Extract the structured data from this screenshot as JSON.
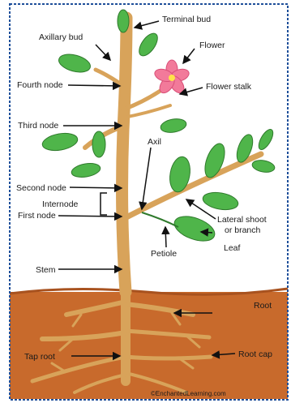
{
  "diagram": {
    "labels": {
      "terminal_bud": "Terminal bud",
      "axillary_bud": "Axillary bud",
      "flower": "Flower",
      "fourth_node": "Fourth node",
      "flower_stalk": "Flower stalk",
      "third_node": "Third node",
      "axil": "Axil",
      "second_node": "Second node",
      "lateral_shoot": "Lateral shoot",
      "or_branch": "or branch",
      "internode": "Internode",
      "first_node": "First node",
      "leaf": "Leaf",
      "stem": "Stem",
      "petiole": "Petiole",
      "root": "Root",
      "tap_root": "Tap root",
      "root_cap": "Root cap"
    },
    "credit": "©EnchantedLearning.com"
  },
  "colors": {
    "sky": "#ffffff",
    "soil": "#c86a2c",
    "stem": "#d8a35a",
    "leaf": "#4fb54a",
    "flower": "#f27a9a",
    "border": "#1e4f9a"
  }
}
